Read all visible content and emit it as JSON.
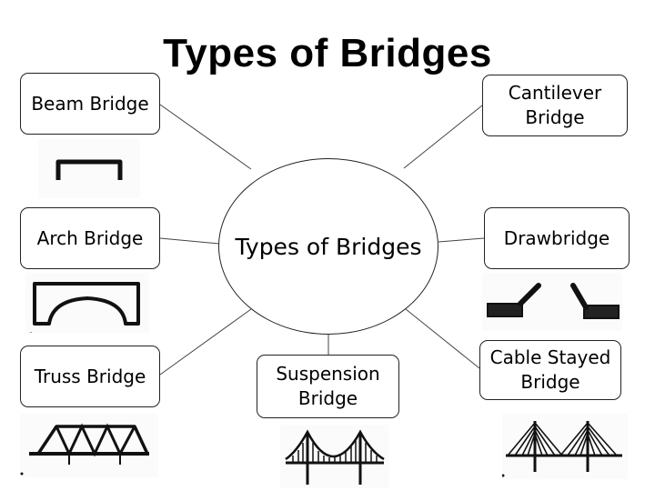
{
  "title": "Types of Bridges",
  "center_label": "Types of Bridges",
  "nodes": {
    "beam": "Beam Bridge",
    "arch": "Arch Bridge",
    "truss": "Truss Bridge",
    "suspension": "Suspension Bridge",
    "cantilever": "Cantilever Bridge",
    "drawbridge": "Drawbridge",
    "cable_stayed": "Cable Stayed Bridge"
  }
}
